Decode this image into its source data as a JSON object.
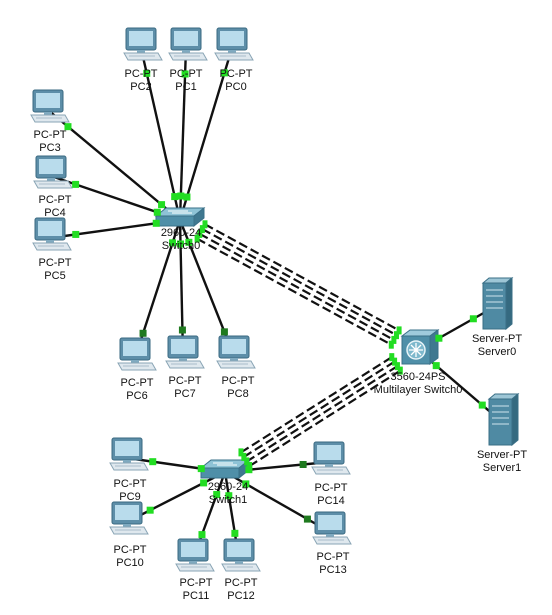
{
  "colors": {
    "link": "#111111",
    "port_up": "#22dd22",
    "port_down": "#1f7a1f",
    "pc_body": "#5d8ea8",
    "pc_screen": "#b9dcec",
    "switch_body": "#4f8fa8",
    "server_body": "#4f8aa3"
  },
  "devices": [
    {
      "id": "PC2",
      "kind": "pc",
      "type_label": "PC-PT",
      "name_label": "PC2"
    },
    {
      "id": "PC1",
      "kind": "pc",
      "type_label": "PC-PT",
      "name_label": "PC1"
    },
    {
      "id": "PC0",
      "kind": "pc",
      "type_label": "PC-PT",
      "name_label": "PC0"
    },
    {
      "id": "PC3",
      "kind": "pc",
      "type_label": "PC-PT",
      "name_label": "PC3"
    },
    {
      "id": "PC4",
      "kind": "pc",
      "type_label": "PC-PT",
      "name_label": "PC4"
    },
    {
      "id": "PC5",
      "kind": "pc",
      "type_label": "PC-PT",
      "name_label": "PC5"
    },
    {
      "id": "PC6",
      "kind": "pc",
      "type_label": "PC-PT",
      "name_label": "PC6"
    },
    {
      "id": "PC7",
      "kind": "pc",
      "type_label": "PC-PT",
      "name_label": "PC7"
    },
    {
      "id": "PC8",
      "kind": "pc",
      "type_label": "PC-PT",
      "name_label": "PC8"
    },
    {
      "id": "PC9",
      "kind": "pc",
      "type_label": "PC-PT",
      "name_label": "PC9"
    },
    {
      "id": "PC10",
      "kind": "pc",
      "type_label": "PC-PT",
      "name_label": "PC10"
    },
    {
      "id": "PC11",
      "kind": "pc",
      "type_label": "PC-PT",
      "name_label": "PC11"
    },
    {
      "id": "PC12",
      "kind": "pc",
      "type_label": "PC-PT",
      "name_label": "PC12"
    },
    {
      "id": "PC13",
      "kind": "pc",
      "type_label": "PC-PT",
      "name_label": "PC13"
    },
    {
      "id": "PC14",
      "kind": "pc",
      "type_label": "PC-PT",
      "name_label": "PC14"
    },
    {
      "id": "Switch0",
      "kind": "switch",
      "type_label": "2960-24",
      "name_label": "Switch0"
    },
    {
      "id": "Switch1",
      "kind": "switch",
      "type_label": "2960-24",
      "name_label": "Switch1"
    },
    {
      "id": "MLS0",
      "kind": "mlswitch",
      "type_label": "3560-24PS",
      "name_label": "Multilayer Switch0"
    },
    {
      "id": "Server0",
      "kind": "server",
      "type_label": "Server-PT",
      "name_label": "Server0"
    },
    {
      "id": "Server1",
      "kind": "server",
      "type_label": "Server-PT",
      "name_label": "Server1"
    }
  ],
  "links": [
    {
      "from": "PC2",
      "to": "Switch0",
      "style": "solid",
      "end_state": "up"
    },
    {
      "from": "PC1",
      "to": "Switch0",
      "style": "solid",
      "end_state": "up"
    },
    {
      "from": "PC0",
      "to": "Switch0",
      "style": "solid",
      "end_state": "up"
    },
    {
      "from": "PC3",
      "to": "Switch0",
      "style": "solid",
      "end_state": "up"
    },
    {
      "from": "PC4",
      "to": "Switch0",
      "style": "solid",
      "end_state": "up"
    },
    {
      "from": "PC5",
      "to": "Switch0",
      "style": "solid",
      "end_state": "up"
    },
    {
      "from": "PC6",
      "to": "Switch0",
      "style": "solid",
      "end_state": "down"
    },
    {
      "from": "PC7",
      "to": "Switch0",
      "style": "solid",
      "end_state": "down"
    },
    {
      "from": "PC8",
      "to": "Switch0",
      "style": "solid",
      "end_state": "down"
    },
    {
      "from": "PC9",
      "to": "Switch1",
      "style": "solid",
      "end_state": "up"
    },
    {
      "from": "PC10",
      "to": "Switch1",
      "style": "solid",
      "end_state": "up"
    },
    {
      "from": "PC11",
      "to": "Switch1",
      "style": "solid",
      "end_state": "up"
    },
    {
      "from": "PC12",
      "to": "Switch1",
      "style": "solid",
      "end_state": "up"
    },
    {
      "from": "PC13",
      "to": "Switch1",
      "style": "solid",
      "end_state": "down"
    },
    {
      "from": "PC14",
      "to": "Switch1",
      "style": "solid",
      "end_state": "down"
    },
    {
      "from": "Server0",
      "to": "MLS0",
      "style": "solid",
      "end_state": "up"
    },
    {
      "from": "Server1",
      "to": "MLS0",
      "style": "solid",
      "end_state": "up"
    },
    {
      "from": "Switch0",
      "to": "MLS0",
      "style": "dashed",
      "count": 4
    },
    {
      "from": "Switch1",
      "to": "MLS0",
      "style": "dashed",
      "count": 4
    }
  ]
}
